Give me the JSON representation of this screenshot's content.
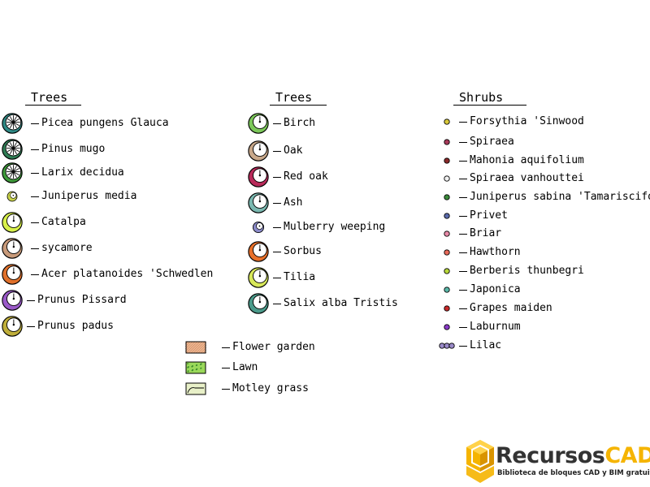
{
  "columns": {
    "trees1": {
      "title": "Trees"
    },
    "trees2": {
      "title": "Trees"
    },
    "shrubs": {
      "title": "Shrubs"
    }
  },
  "trees1": [
    {
      "label": "Picea pungens Glauca",
      "icon": "conifer-symbol",
      "color": "#2f8a86"
    },
    {
      "label": "Pinus mugo",
      "icon": "conifer-symbol",
      "color": "#2f7d55"
    },
    {
      "label": "Larix decidua",
      "icon": "conifer-symbol",
      "color": "#3e9a3a"
    },
    {
      "label": "Juniperus media",
      "icon": "small-tree-symbol",
      "color": "#c8d24a"
    },
    {
      "label": "Catalpa",
      "icon": "deciduous-tree-symbol",
      "color": "#d8f04a"
    },
    {
      "label": "sycamore",
      "icon": "deciduous-tree-symbol",
      "color": "#c89a7a"
    },
    {
      "label": "Acer platanoides 'Schwedlen",
      "icon": "deciduous-tree-symbol",
      "color": "#e0702a"
    },
    {
      "label": "Prunus Pissard",
      "icon": "deciduous-tree-symbol",
      "color": "#9a5ac8"
    },
    {
      "label": "Prunus padus",
      "icon": "deciduous-tree-symbol",
      "color": "#bfae3a"
    }
  ],
  "trees2": [
    {
      "label": "Birch",
      "icon": "deciduous-tree-symbol",
      "color": "#7cc85a"
    },
    {
      "label": "Oak",
      "icon": "deciduous-tree-symbol",
      "color": "#c8a88a"
    },
    {
      "label": "Red oak",
      "icon": "deciduous-tree-symbol",
      "color": "#b82a5a"
    },
    {
      "label": "Ash",
      "icon": "deciduous-tree-symbol",
      "color": "#7ab8b0"
    },
    {
      "label": "Mulberry weeping",
      "icon": "small-tree-symbol",
      "color": "#8a8ac8"
    },
    {
      "label": "Sorbus",
      "icon": "deciduous-tree-symbol",
      "color": "#e8702a"
    },
    {
      "label": "Tilia",
      "icon": "deciduous-tree-symbol",
      "color": "#d8e85a"
    },
    {
      "label": "Salix alba Tristis",
      "icon": "deciduous-tree-symbol",
      "color": "#4a9a8a"
    }
  ],
  "shrubs": [
    {
      "label": "Forsythia 'Sinwood",
      "color": "#d8c83a"
    },
    {
      "label": "Spiraea",
      "color": "#a83a5a"
    },
    {
      "label": "Mahonia aquifolium",
      "color": "#8a2a2a"
    },
    {
      "label": "Spiraea vanhouttei",
      "color": "#f0f0f0"
    },
    {
      "label": "Juniperus sabina 'Tamariscifolia",
      "color": "#3a8a3a"
    },
    {
      "label": "Privet",
      "color": "#5a6aaa"
    },
    {
      "label": "Briar",
      "color": "#e88aa8"
    },
    {
      "label": "Hawthorn",
      "color": "#e86a5a"
    },
    {
      "label": "Berberis thunbegri",
      "color": "#b8d83a"
    },
    {
      "label": "Japonica",
      "color": "#5ab8a8"
    },
    {
      "label": "Grapes maiden",
      "color": "#c82a2a"
    },
    {
      "label": "Laburnum",
      "color": "#8a3ac8"
    },
    {
      "label": "Lilac",
      "color": "#9a8ac8"
    }
  ],
  "ground": [
    {
      "label": "Flower garden",
      "icon": "flower-garden-hatch",
      "color": "#f0b890"
    },
    {
      "label": "Lawn",
      "icon": "lawn-hatch",
      "color": "#9ad85a"
    },
    {
      "label": "Motley grass",
      "icon": "motley-grass-hatch",
      "color": "#e8f0c8"
    }
  ],
  "logo": {
    "brand_prefix": "Recursos",
    "brand_suffix": "CAD",
    "tagline": "Biblioteca de bloques CAD y BIM gratuita",
    "accent": "#f5b400"
  }
}
